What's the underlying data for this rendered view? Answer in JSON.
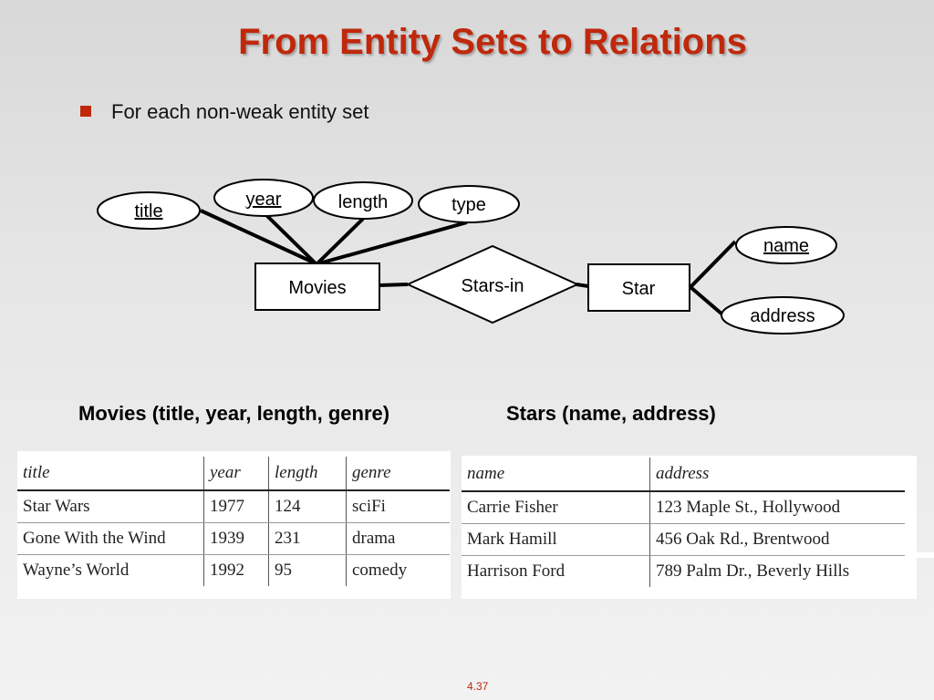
{
  "slide": {
    "title": "From Entity Sets to Relations",
    "bullet": "For each non-weak entity set",
    "page_number": "4.37"
  },
  "diagram": {
    "entities": [
      "Movies",
      "Star"
    ],
    "relationship": "Stars-in",
    "movie_attributes": [
      "title",
      "year",
      "length",
      "type"
    ],
    "star_attributes": [
      "name",
      "address"
    ],
    "key_attributes": [
      "title",
      "year",
      "name"
    ]
  },
  "schemas": {
    "movies": "Movies (title, year, length, genre)",
    "stars": "Stars (name, address)"
  },
  "movies_table": {
    "headers": [
      "title",
      "year",
      "length",
      "genre"
    ],
    "rows": [
      [
        "Star Wars",
        "1977",
        "124",
        "sciFi"
      ],
      [
        "Gone With the Wind",
        "1939",
        "231",
        "drama"
      ],
      [
        "Wayne’s World",
        "1992",
        "95",
        "comedy"
      ]
    ]
  },
  "stars_table": {
    "headers": [
      "name",
      "address"
    ],
    "rows": [
      [
        "Carrie Fisher",
        "123 Maple St., Hollywood"
      ],
      [
        "Mark Hamill",
        "456 Oak Rd., Brentwood"
      ],
      [
        "Harrison Ford",
        "789 Palm Dr., Beverly Hills"
      ]
    ]
  }
}
